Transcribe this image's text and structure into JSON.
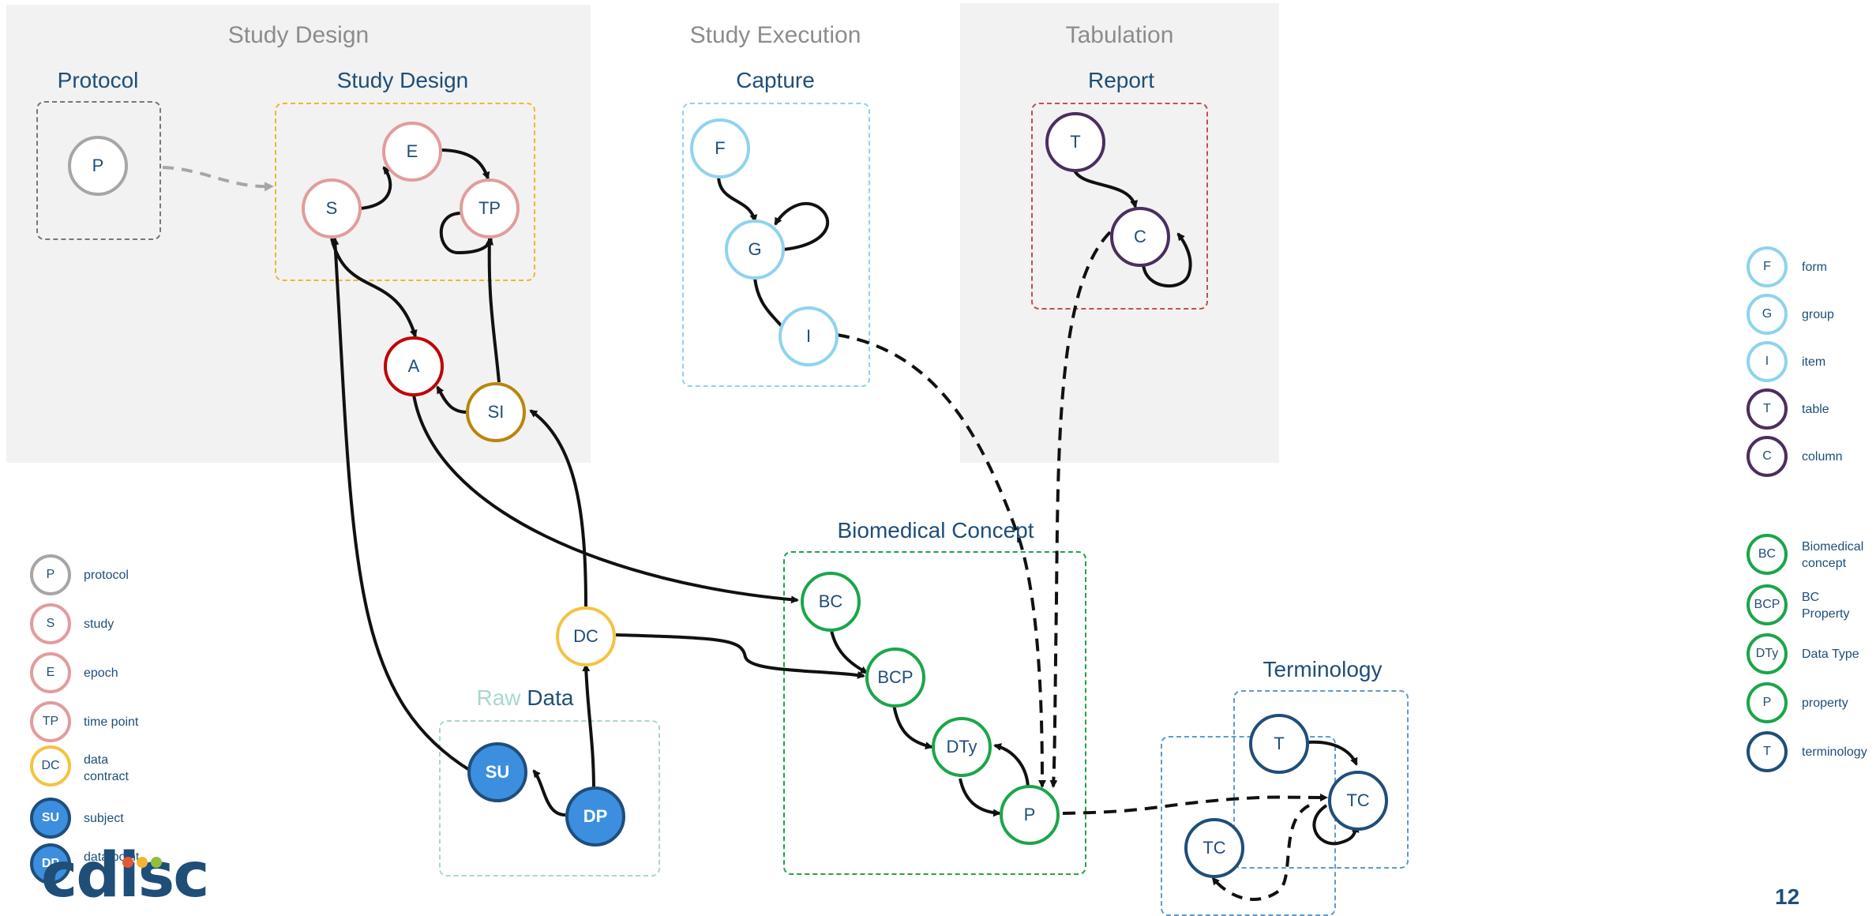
{
  "panels": {
    "study_design": "Study Design",
    "study_execution": "Study Execution",
    "tabulation": "Tabulation"
  },
  "groups": {
    "protocol": "Protocol",
    "study_design": "Study Design",
    "capture": "Capture",
    "report": "Report",
    "raw_data_prefix": "Raw",
    "raw_data_suffix": "Data",
    "biomedical_concept": "Biomedical Concept",
    "terminology": "Terminology"
  },
  "nodes": {
    "P": "P",
    "S": "S",
    "E": "E",
    "TP": "TP",
    "A": "A",
    "SI": "SI",
    "F": "F",
    "G": "G",
    "I": "I",
    "T": "T",
    "C": "C",
    "DC": "DC",
    "SU": "SU",
    "DP": "DP",
    "BC": "BC",
    "BCP": "BCP",
    "DTy": "DTy",
    "PROP": "P",
    "TERM_T": "T",
    "TERM_TC": "TC",
    "TERM_TC2": "TC"
  },
  "legend_left": [
    {
      "abbr": "P",
      "label": "protocol",
      "color": "#a6a6a6"
    },
    {
      "abbr": "S",
      "label": "study",
      "color": "#e29c9c"
    },
    {
      "abbr": "E",
      "label": "epoch",
      "color": "#e29c9c"
    },
    {
      "abbr": "TP",
      "label": "time point",
      "color": "#e29c9c"
    },
    {
      "abbr": "DC",
      "label": "data contract",
      "color": "#f5c342"
    },
    {
      "abbr": "SU",
      "label": "subject",
      "color": "#1f4e79"
    },
    {
      "abbr": "DP",
      "label": "data point",
      "color": "#1f4e79"
    }
  ],
  "legend_right": [
    {
      "abbr": "F",
      "label": "form",
      "color": "#8fd3ee"
    },
    {
      "abbr": "G",
      "label": "group",
      "color": "#8fd3ee"
    },
    {
      "abbr": "I",
      "label": "item",
      "color": "#8fd3ee"
    },
    {
      "abbr": "T",
      "label": "table",
      "color": "#4b2e5e"
    },
    {
      "abbr": "C",
      "label": "column",
      "color": "#4b2e5e"
    },
    {
      "abbr": "BC",
      "label": "Biomedical concept",
      "color": "#1aa64a"
    },
    {
      "abbr": "BCP",
      "label": "BC Property",
      "color": "#1aa64a"
    },
    {
      "abbr": "DTy",
      "label": "Data Type",
      "color": "#1aa64a"
    },
    {
      "abbr": "P",
      "label": "property",
      "color": "#1aa64a"
    },
    {
      "abbr": "T",
      "label": "terminology",
      "color": "#1f4e79"
    }
  ],
  "logo": "cdisc",
  "page_number": "12"
}
